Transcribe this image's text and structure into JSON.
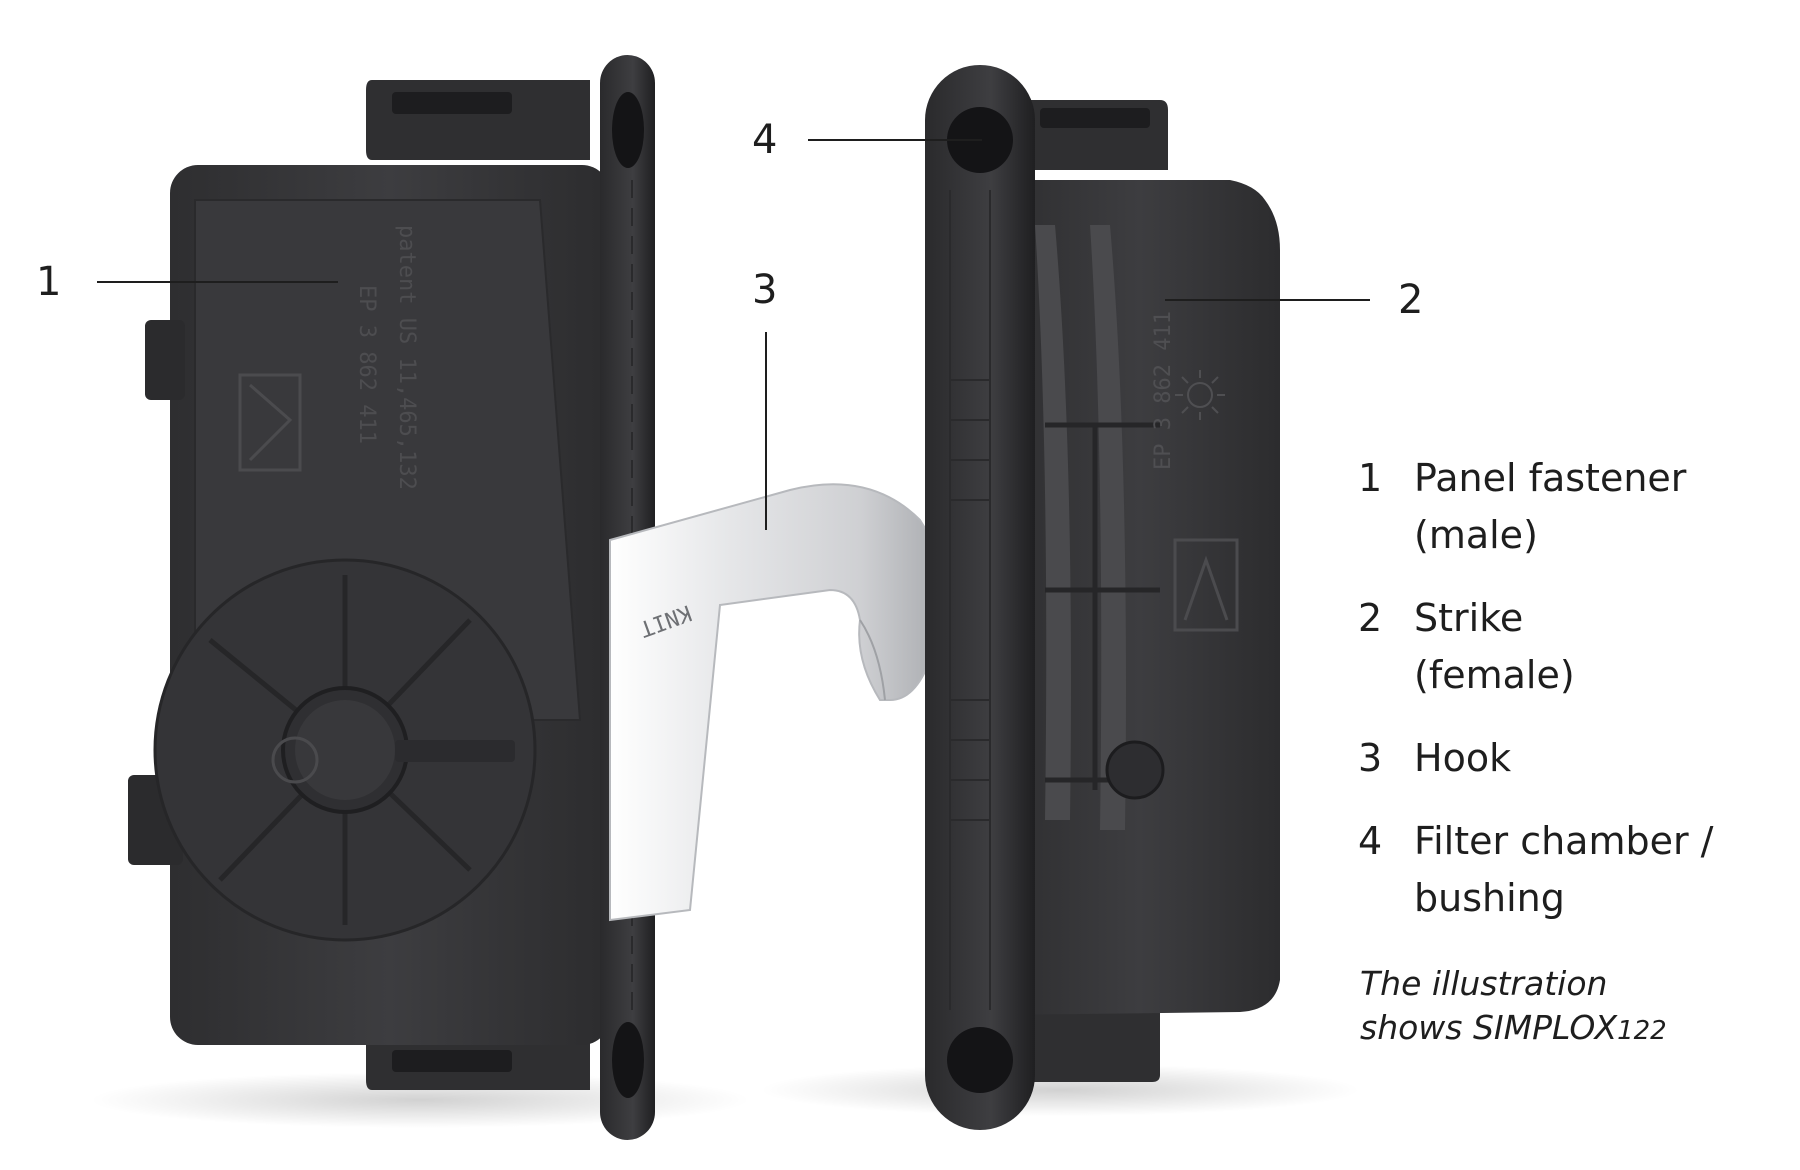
{
  "callouts": [
    {
      "number": "1"
    },
    {
      "number": "2"
    },
    {
      "number": "3"
    },
    {
      "number": "4"
    }
  ],
  "legend": [
    {
      "number": "1",
      "lines": [
        "Panel fastener",
        "(male)"
      ]
    },
    {
      "number": "2",
      "lines": [
        "Strike",
        "(female)"
      ]
    },
    {
      "number": "3",
      "lines": [
        "Hook"
      ]
    },
    {
      "number": "4",
      "lines": [
        "Filter chamber /",
        "bushing"
      ]
    }
  ],
  "caption": {
    "line1": "The illustration",
    "line2_prefix": "shows SIMPLOX",
    "line2_suffix": "122"
  },
  "embossed": {
    "left_patent": [
      "patent US 11,465,132",
      "EP 3 862 411"
    ],
    "right_patent": "EP 3 862 411",
    "hook_brand": "KNIT"
  },
  "colors": {
    "housing": "#3a3a3c",
    "housing_dark": "#252527",
    "housing_light": "#4a4a4d",
    "hook_metal": "#d9dadc",
    "leader_line": "#1e1e1e"
  }
}
